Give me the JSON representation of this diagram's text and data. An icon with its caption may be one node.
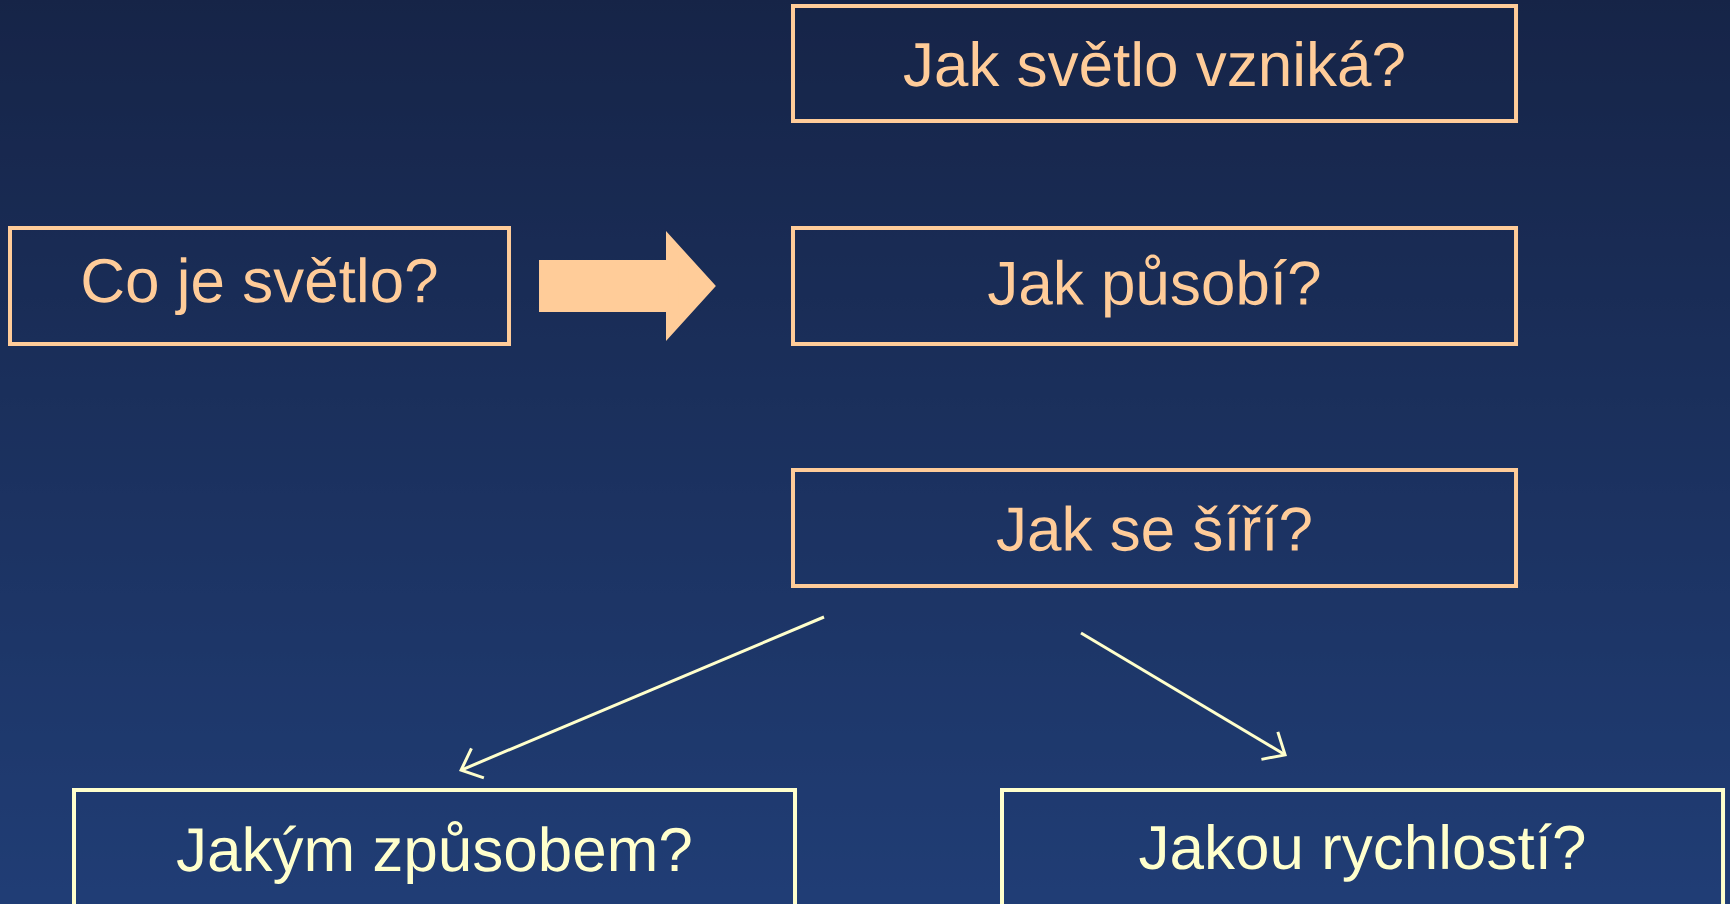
{
  "diagram": {
    "nodes": [
      {
        "text": [
          "Co je světlo?"
        ]
      },
      {
        "text": [
          "Jak světlo vzniká?"
        ]
      },
      {
        "text": [
          "Jak působí?"
        ]
      },
      {
        "text": [
          "Jak se šíří?"
        ]
      },
      {
        "text": [
          "Jakým způsobem?"
        ]
      },
      {
        "text": [
          "Jakou rychlostí?"
        ]
      }
    ],
    "edges": [
      {
        "from": 0,
        "to": 2,
        "arrow": "to",
        "style": "thick",
        "color": "#ffcc99"
      },
      {
        "from": 3,
        "to": 4,
        "arrow": "to"
      },
      {
        "from": 3,
        "to": 5,
        "arrow": "to"
      }
    ]
  }
}
